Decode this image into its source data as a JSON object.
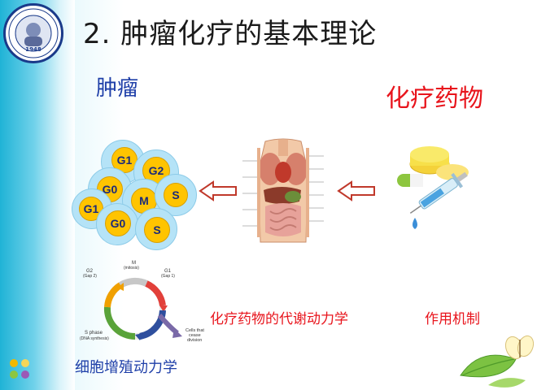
{
  "slide": {
    "title": "2. 肿瘤化疗的基本理论",
    "section_tumor": "肿瘤",
    "section_drug": "化疗药物",
    "caption_pk": "化疗药物的代谢动力学",
    "caption_mechanism": "作用机制",
    "caption_cell_kinetics": "细胞增殖动力学"
  },
  "logo": {
    "year": "1948"
  },
  "cells": [
    "G1",
    "G2",
    "G0",
    "M",
    "S",
    "G1",
    "G0",
    "S"
  ],
  "cell_cycle": {
    "m_label": "M",
    "m_sub": "(mitosis)",
    "g1_label": "G1",
    "g1_sub": "(Gap 1)",
    "g2_label": "G2",
    "g2_sub": "(Gap 2)",
    "s_label": "S phase",
    "s_sub": "(DNA synthesis)",
    "exit_label_1": "Cells that",
    "exit_label_2": "cease",
    "exit_label_3": "division"
  },
  "colors": {
    "title_blue": "#1f3fa8",
    "accent_red": "#e8141c",
    "nucleus": "#ffc400",
    "cell": "#b5e3f7"
  }
}
